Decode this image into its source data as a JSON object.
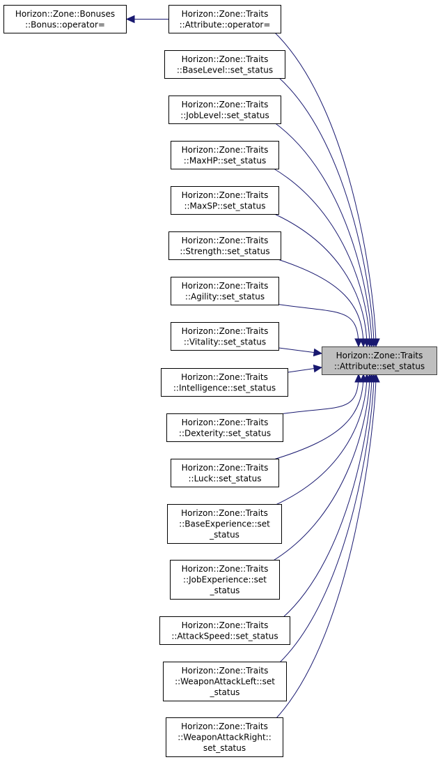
{
  "graph": {
    "focus": {
      "id": "attr_set_status",
      "lines": [
        "Horizon::Zone::Traits",
        "::Attribute::set_status"
      ]
    },
    "nodes": [
      {
        "id": "bonus_op",
        "lines": [
          "Horizon::Zone::Bonuses",
          "::Bonus::operator="
        ]
      },
      {
        "id": "attr_op",
        "lines": [
          "Horizon::Zone::Traits",
          "::Attribute::operator="
        ]
      },
      {
        "id": "baselevel",
        "lines": [
          "Horizon::Zone::Traits",
          "::BaseLevel::set_status"
        ]
      },
      {
        "id": "joblevel",
        "lines": [
          "Horizon::Zone::Traits",
          "::JobLevel::set_status"
        ]
      },
      {
        "id": "maxhp",
        "lines": [
          "Horizon::Zone::Traits",
          "::MaxHP::set_status"
        ]
      },
      {
        "id": "maxsp",
        "lines": [
          "Horizon::Zone::Traits",
          "::MaxSP::set_status"
        ]
      },
      {
        "id": "strength",
        "lines": [
          "Horizon::Zone::Traits",
          "::Strength::set_status"
        ]
      },
      {
        "id": "agility",
        "lines": [
          "Horizon::Zone::Traits",
          "::Agility::set_status"
        ]
      },
      {
        "id": "vitality",
        "lines": [
          "Horizon::Zone::Traits",
          "::Vitality::set_status"
        ]
      },
      {
        "id": "intelligence",
        "lines": [
          "Horizon::Zone::Traits",
          "::Intelligence::set_status"
        ]
      },
      {
        "id": "dexterity",
        "lines": [
          "Horizon::Zone::Traits",
          "::Dexterity::set_status"
        ]
      },
      {
        "id": "luck",
        "lines": [
          "Horizon::Zone::Traits",
          "::Luck::set_status"
        ]
      },
      {
        "id": "baseexp",
        "lines": [
          "Horizon::Zone::Traits",
          "::BaseExperience::set",
          "_status"
        ]
      },
      {
        "id": "jobexp",
        "lines": [
          "Horizon::Zone::Traits",
          "::JobExperience::set",
          "_status"
        ]
      },
      {
        "id": "attackspeed",
        "lines": [
          "Horizon::Zone::Traits",
          "::AttackSpeed::set_status"
        ]
      },
      {
        "id": "watkleft",
        "lines": [
          "Horizon::Zone::Traits",
          "::WeaponAttackLeft::set",
          "_status"
        ]
      },
      {
        "id": "watkright",
        "lines": [
          "Horizon::Zone::Traits",
          "::WeaponAttackRight::",
          "set_status"
        ]
      }
    ],
    "edges": [
      {
        "from": "attr_op",
        "to": "bonus_op"
      },
      {
        "from": "attr_set_status",
        "to": "attr_op"
      },
      {
        "from": "attr_set_status",
        "to": "baselevel"
      },
      {
        "from": "attr_set_status",
        "to": "joblevel"
      },
      {
        "from": "attr_set_status",
        "to": "maxhp"
      },
      {
        "from": "attr_set_status",
        "to": "maxsp"
      },
      {
        "from": "attr_set_status",
        "to": "strength"
      },
      {
        "from": "attr_set_status",
        "to": "agility"
      },
      {
        "from": "attr_set_status",
        "to": "vitality"
      },
      {
        "from": "attr_set_status",
        "to": "intelligence"
      },
      {
        "from": "attr_set_status",
        "to": "dexterity"
      },
      {
        "from": "attr_set_status",
        "to": "luck"
      },
      {
        "from": "attr_set_status",
        "to": "baseexp"
      },
      {
        "from": "attr_set_status",
        "to": "jobexp"
      },
      {
        "from": "attr_set_status",
        "to": "attackspeed"
      },
      {
        "from": "attr_set_status",
        "to": "watkleft"
      },
      {
        "from": "attr_set_status",
        "to": "watkright"
      }
    ]
  }
}
